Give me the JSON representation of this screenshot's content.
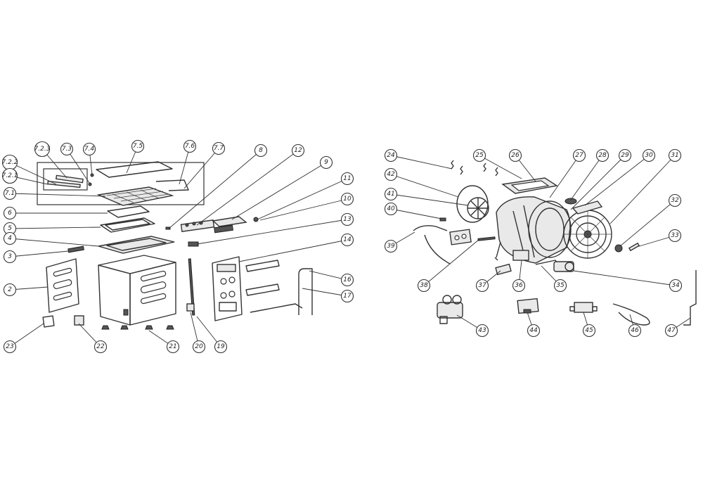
{
  "left_group": {
    "callouts": [
      "7.2.2",
      "7.2.3",
      "7.3",
      "7.4",
      "7.5",
      "7.6",
      "7.7",
      "8",
      "12",
      "9",
      "11",
      "10",
      "13",
      "14",
      "7.2.1",
      "7.1",
      "6",
      "5",
      "4",
      "3",
      "2",
      "16",
      "17",
      "23",
      "22",
      "21",
      "20",
      "19"
    ]
  },
  "right_group": {
    "callouts": [
      "24",
      "25",
      "26",
      "27",
      "28",
      "29",
      "30",
      "31",
      "42",
      "41",
      "40",
      "32",
      "33",
      "39",
      "38",
      "37",
      "36",
      "35",
      "34",
      "43",
      "44",
      "45",
      "46",
      "47"
    ]
  }
}
